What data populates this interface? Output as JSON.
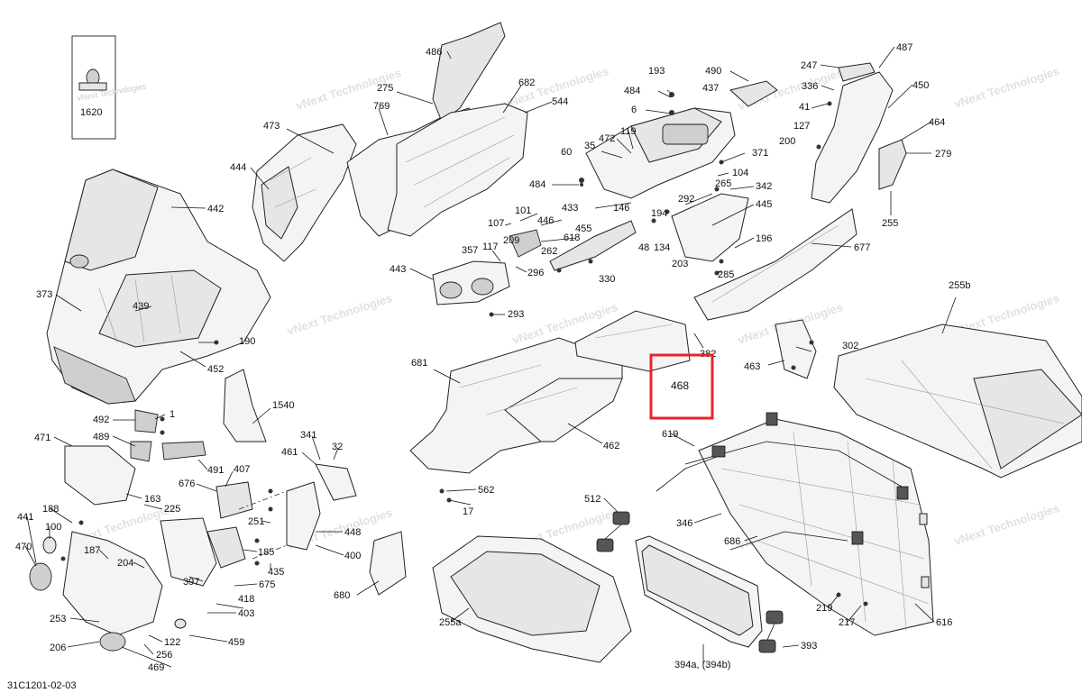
{
  "diagram": {
    "catalog_code": "31C1201-02-03",
    "highlight_color": "#e8232a",
    "inset": {
      "label": "1620"
    },
    "highlighted_label": "468",
    "watermark_text": "vNext Technologies",
    "part_labels": {
      "p486": "486",
      "p275": "275",
      "p682": "682",
      "p544": "544",
      "p769": "769",
      "p473": "473",
      "p444": "444",
      "p442": "442",
      "p373": "373",
      "p439": "439",
      "p190": "190",
      "p452": "452",
      "p193": "193",
      "p490": "490",
      "p437": "437",
      "p484a": "484",
      "p6": "6",
      "p119": "119",
      "p472": "472",
      "p35": "35",
      "p60": "60",
      "p371": "371",
      "p484b": "484",
      "p146": "146",
      "p433": "433",
      "p104": "104",
      "p265": "265",
      "p342": "342",
      "p292": "292",
      "p445": "445",
      "p194": "194",
      "p48": "48",
      "p134": "134",
      "p203": "203",
      "p196": "196",
      "p285": "285",
      "p247": "247",
      "p487": "487",
      "p336": "336",
      "p450": "450",
      "p41": "41",
      "p127": "127",
      "p464": "464",
      "p200": "200",
      "p279": "279",
      "p255": "255",
      "p677": "677",
      "p101": "101",
      "p107": "107",
      "p446": "446",
      "p618": "618",
      "p209": "209",
      "p117": "117",
      "p357": "357",
      "p262": "262",
      "p455": "455",
      "p330": "330",
      "p296": "296",
      "p443": "443",
      "p293": "293",
      "p382": "382",
      "p302": "302",
      "p463": "463",
      "p255b": "255b",
      "p681": "681",
      "p462": "462",
      "p562": "562",
      "p17": "17",
      "p1540": "1540",
      "p492": "492",
      "p1": "1",
      "p489": "489",
      "p471": "471",
      "p491": "491",
      "p163": "163",
      "p225": "225",
      "p341": "341",
      "p32": "32",
      "p461": "461",
      "p407": "407",
      "p676": "676",
      "p251": "251",
      "p448": "448",
      "p400": "400",
      "p185": "185",
      "p435": "435",
      "p188": "188",
      "p441": "441",
      "p100": "100",
      "p470": "470",
      "p187": "187",
      "p204": "204",
      "p397": "397",
      "p675": "675",
      "p418": "418",
      "p403": "403",
      "p253": "253",
      "p122": "122",
      "p459": "459",
      "p206": "206",
      "p256": "256",
      "p469": "469",
      "p680": "680",
      "p512": "512",
      "p255a": "255a",
      "p619": "619",
      "p346": "346",
      "p686": "686",
      "p219": "219",
      "p217": "217",
      "p616": "616",
      "p393": "393",
      "p394": "394a, (394b)"
    }
  }
}
